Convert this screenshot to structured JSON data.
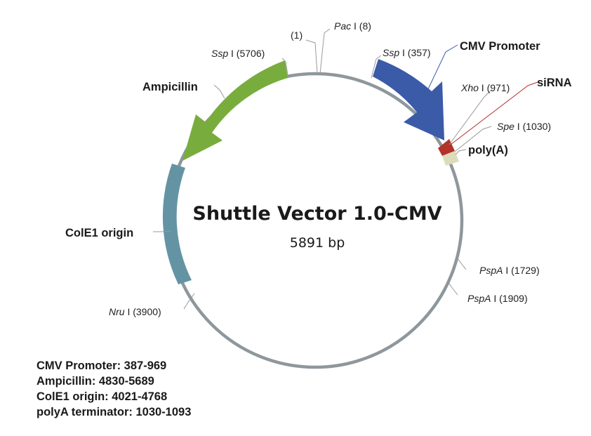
{
  "vector": {
    "name": "Shuttle Vector 1.0-CMV",
    "size": "5891 bp"
  },
  "colors": {
    "backbone": "#8e979c",
    "cmv": "#3b5aa8",
    "ampicillin": "#78ad3e",
    "cole1": "#6494a4",
    "sirna": "#b3322a",
    "polya": "#dcdcba"
  },
  "sites": [
    {
      "name": "",
      "pos": "(1)"
    },
    {
      "name": "Pac",
      "pos": " I (8)"
    },
    {
      "name": "Ssp",
      "pos": " I (5706)"
    },
    {
      "name": "Ssp",
      "pos": " I (357)"
    },
    {
      "name": "Xho",
      "pos": " I (971)"
    },
    {
      "name": "Spe",
      "pos": " I (1030)"
    },
    {
      "name": "PspA",
      "pos": " I (1729)"
    },
    {
      "name": "PspA",
      "pos": " I (1909)"
    },
    {
      "name": "Nru",
      "pos": " I (3900)"
    }
  ],
  "features": [
    {
      "label": "CMV Promoter"
    },
    {
      "label": "siRNA"
    },
    {
      "label": "poly(A)"
    },
    {
      "label": "Ampicillin"
    },
    {
      "label": "ColE1 origin"
    }
  ],
  "summary": [
    "CMV Promoter: 387-969",
    "Ampicillin: 4830-5689",
    "ColE1 origin: 4021-4768",
    "polyA terminator: 1030-1093"
  ]
}
